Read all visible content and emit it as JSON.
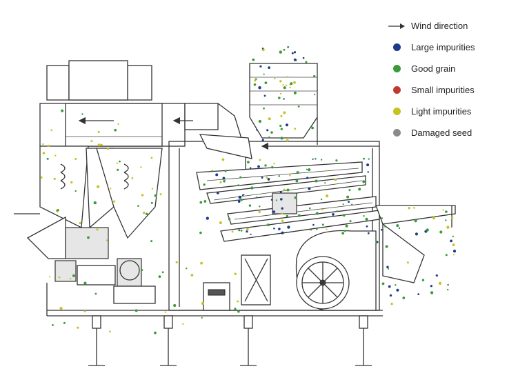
{
  "legend": {
    "wind": {
      "label": "Wind direction",
      "icon": "arrow-right-icon"
    },
    "items": [
      {
        "key": "large",
        "label": "Large impurities",
        "color": "#1f3a8a"
      },
      {
        "key": "good",
        "label": "Good grain",
        "color": "#3a9a3a"
      },
      {
        "key": "small",
        "label": "Small impurities",
        "color": "#c0392b"
      },
      {
        "key": "light",
        "label": "Light impurities",
        "color": "#c8c21e"
      },
      {
        "key": "damaged",
        "label": "Damaged seed",
        "color": "#8a8a8a"
      }
    ]
  }
}
